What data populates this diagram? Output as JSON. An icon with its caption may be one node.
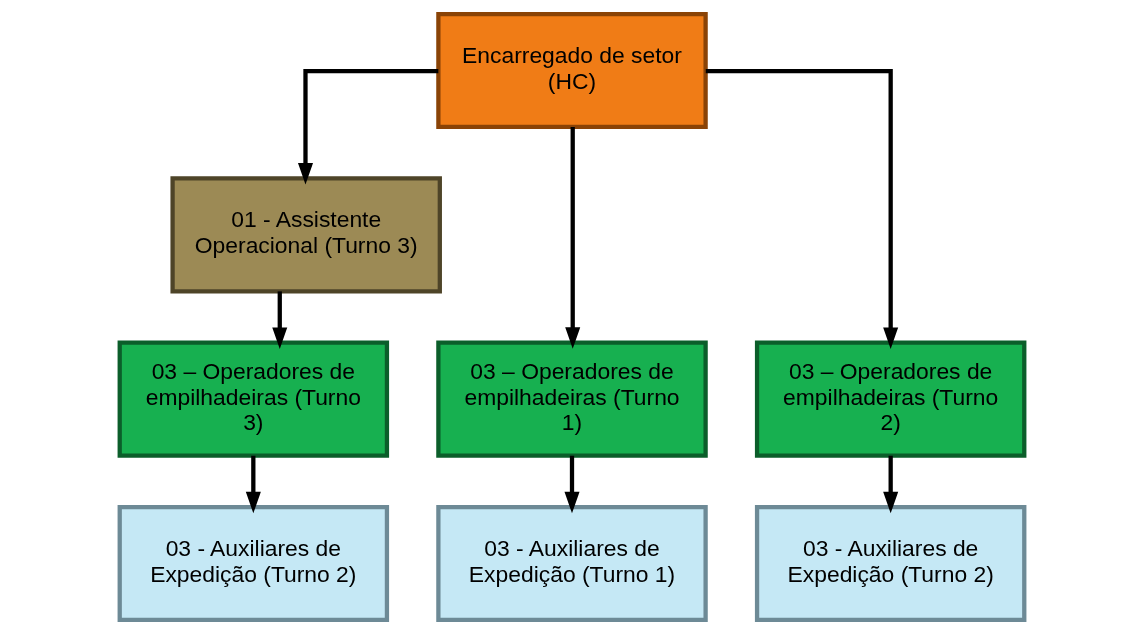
{
  "diagram": {
    "nodes": [
      {
        "text": [
          "Encarregado de setor (HC)"
        ]
      },
      {
        "text": [
          "01 - Assistente Operacional (Turno 3)"
        ]
      },
      {
        "text": [
          "03 – Operadores de empilhadeiras (Turno 1)"
        ]
      },
      {
        "text": [
          "03 – Operadores de empilhadeiras (Turno 2)"
        ]
      },
      {
        "text": [
          "03 – Operadores de empilhadeiras (Turno 3)"
        ]
      },
      {
        "text": [
          "03 - Auxiliares de Expedição (Turno 1)"
        ]
      },
      {
        "text": [
          "03 - Auxiliares de Expedição (Turno 2)"
        ]
      },
      {
        "text": [
          "03 - Auxiliares de Expedição (Turno 2)"
        ]
      }
    ],
    "edges": [
      {
        "from": 0,
        "to": 2,
        "arrow": "to"
      },
      {
        "from": 0,
        "to": 3,
        "arrow": "to"
      },
      {
        "from": 0,
        "to": 1,
        "arrow": "to"
      },
      {
        "from": 1,
        "to": 4,
        "arrow": "to"
      },
      {
        "from": 2,
        "to": 5,
        "arrow": "to"
      },
      {
        "from": 3,
        "to": 6,
        "arrow": "to"
      },
      {
        "from": 4,
        "to": 7,
        "arrow": "to"
      }
    ]
  }
}
